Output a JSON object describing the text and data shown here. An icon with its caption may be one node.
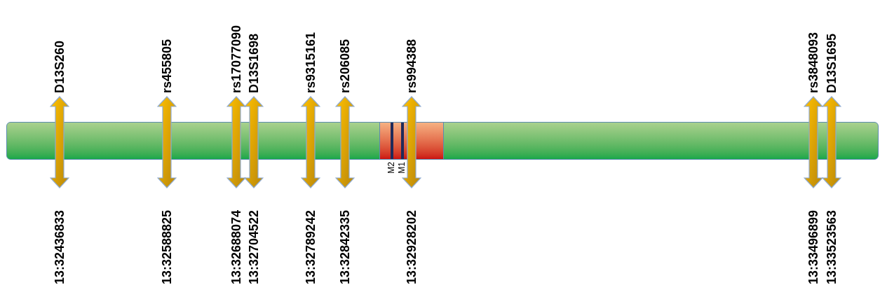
{
  "diagram": {
    "nodes": [
      {
        "text": [],
        "shape": "bar"
      },
      {
        "text": [],
        "shape": "box",
        "in": 0
      },
      {
        "text": [],
        "shape": "bar",
        "in": 1,
        "beside": [
          "M2"
        ]
      },
      {
        "text": [],
        "shape": "bar",
        "in": 1,
        "beside": [
          "M1"
        ]
      },
      {
        "text": [
          "D13S260"
        ],
        "beside": [
          "13:32436833"
        ]
      },
      {
        "text": [
          "rs455805"
        ],
        "beside": [
          "13:32588825"
        ]
      },
      {
        "text": [
          "rs17077090"
        ],
        "beside": [
          "13:32688074"
        ]
      },
      {
        "text": [
          "D13S1698"
        ],
        "beside": [
          "13:32704522"
        ]
      },
      {
        "text": [
          "rs9315161"
        ],
        "beside": [
          "13:32789242"
        ]
      },
      {
        "text": [
          "rs206085"
        ],
        "beside": [
          "13:32842335"
        ]
      },
      {
        "text": [
          "rs994388"
        ],
        "beside": [
          "13:32928202"
        ]
      },
      {
        "text": [
          "rs3848093"
        ],
        "beside": [
          "13:33496899"
        ]
      },
      {
        "text": [
          "D13S1695"
        ],
        "beside": [
          "13:33523563"
        ]
      }
    ]
  }
}
